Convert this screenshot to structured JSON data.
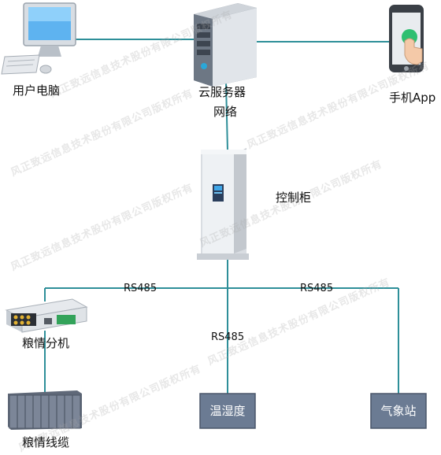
{
  "nodes": {
    "user_pc": {
      "label": "用户电脑"
    },
    "cloud_server": {
      "label": "云服务器"
    },
    "network": {
      "label": "网络"
    },
    "mobile_app": {
      "label": "手机App"
    },
    "control_cabinet": {
      "label": "控制柜"
    },
    "grain_sub": {
      "label": "粮情分机"
    },
    "grain_cable": {
      "label": "粮情线缆"
    },
    "temp_humidity": {
      "label": "温湿度"
    },
    "weather_station": {
      "label": "气象站"
    }
  },
  "edges": {
    "left_label": "RS485",
    "middle_label": "RS485",
    "right_label": "RS485"
  },
  "watermark": "风正致远信息技术股份有限公司版权所有",
  "colors": {
    "line": "#2e8f99",
    "box_fill": "#6b7b93",
    "box_border": "#4a566a"
  }
}
